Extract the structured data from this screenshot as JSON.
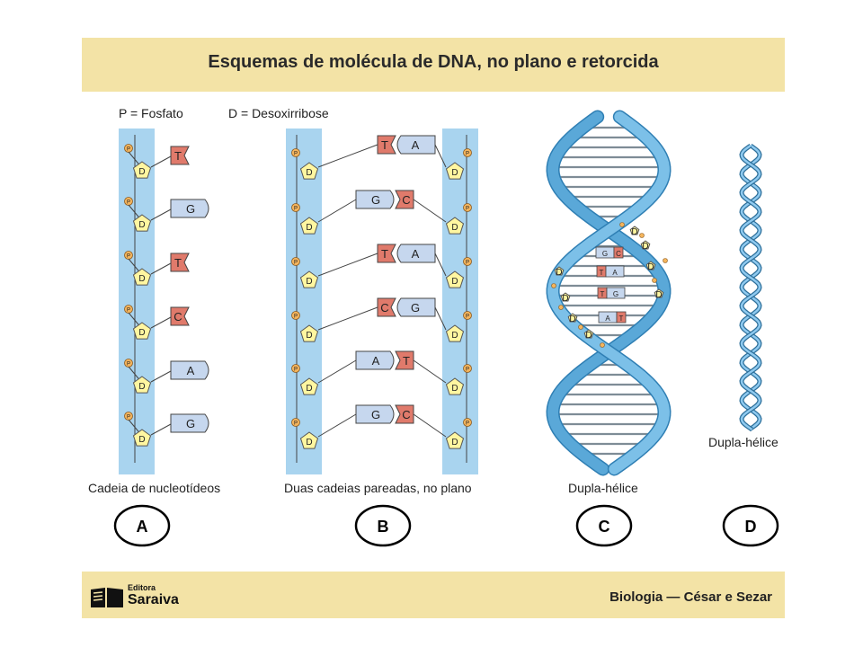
{
  "title": "Esquemas de molécula de DNA, no plano e retorcida",
  "legend": {
    "p": "P = Fosfato",
    "d": "D = Desoxirribose"
  },
  "panel_a": {
    "caption": "Cadeia de nucleotídeos",
    "letter": "A",
    "bases": [
      "T",
      "G",
      "T",
      "C",
      "A",
      "G"
    ]
  },
  "panel_b": {
    "caption": "Duas cadeias pareadas, no plano",
    "letter": "B",
    "pairs": [
      [
        "T",
        "A"
      ],
      [
        "G",
        "C"
      ],
      [
        "T",
        "A"
      ],
      [
        "C",
        "G"
      ],
      [
        "A",
        "T"
      ],
      [
        "G",
        "C"
      ]
    ]
  },
  "panel_c": {
    "caption": "Dupla-hélice",
    "letter": "C",
    "pairs": [
      [
        "G",
        "C"
      ],
      [
        "T",
        "A"
      ],
      [
        "T",
        "G"
      ],
      [
        "A",
        "T"
      ]
    ]
  },
  "panel_d": {
    "caption": "Dupla-hélice",
    "letter": "D"
  },
  "symbols": {
    "phosphate": "P",
    "sugar": "D"
  },
  "footer": {
    "publisher_small": "Editora",
    "publisher_big": "Saraiva",
    "credit": "Biologia — César e Sezar"
  },
  "colors": {
    "header_bg": "#f3e3a6",
    "column_bg": "#a9d4ef",
    "purine": "#c6d7ee",
    "pyrimidine": "#e07a6b",
    "sugar": "#fff6a0",
    "phosphate": "#f4b45c",
    "helix": "#5aa8d8"
  }
}
